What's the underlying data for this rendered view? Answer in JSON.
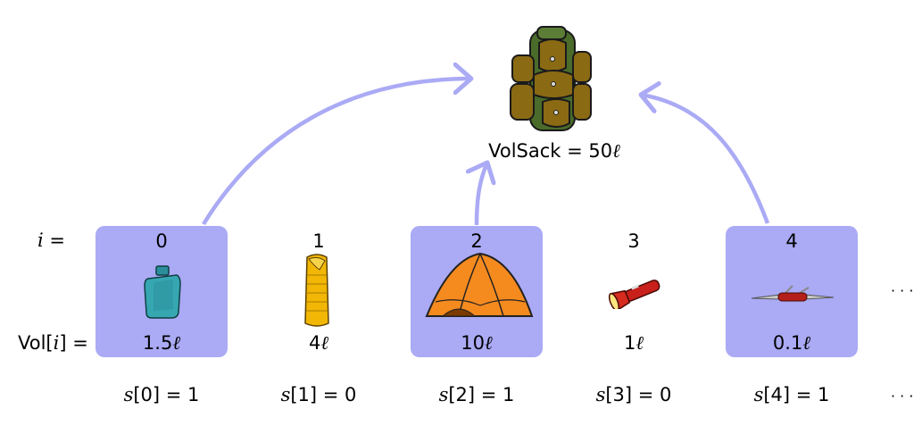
{
  "sack": {
    "label_prefix": "VolSack = 50",
    "label_unit": "ℓ",
    "icon": "backpack-icon"
  },
  "row_labels": {
    "index_var": "i",
    "index_eq": " =",
    "vol_prefix": "Vol[",
    "vol_var": "i",
    "vol_suffix": "] ="
  },
  "items": [
    {
      "index": "0",
      "volume": "1.5",
      "unit": "ℓ",
      "selected": true,
      "s_var": "s",
      "s_expr": "[0] = 1",
      "icon": "canteen-icon"
    },
    {
      "index": "1",
      "volume": "4",
      "unit": "ℓ",
      "selected": false,
      "s_var": "s",
      "s_expr": "[1] = 0",
      "icon": "sleeping-bag-icon"
    },
    {
      "index": "2",
      "volume": "10",
      "unit": "ℓ",
      "selected": true,
      "s_var": "s",
      "s_expr": "[2] = 1",
      "icon": "tent-icon"
    },
    {
      "index": "3",
      "volume": "1",
      "unit": "ℓ",
      "selected": false,
      "s_var": "s",
      "s_expr": "[3] = 0",
      "icon": "flashlight-icon"
    },
    {
      "index": "4",
      "volume": "0.1",
      "unit": "ℓ",
      "selected": true,
      "s_var": "s",
      "s_expr": "[4] = 1",
      "icon": "pocket-knife-icon"
    }
  ],
  "ellipsis": "· · ·",
  "colors": {
    "selected_box": "#aaaaf5",
    "arrow": "#aaaaf5"
  }
}
